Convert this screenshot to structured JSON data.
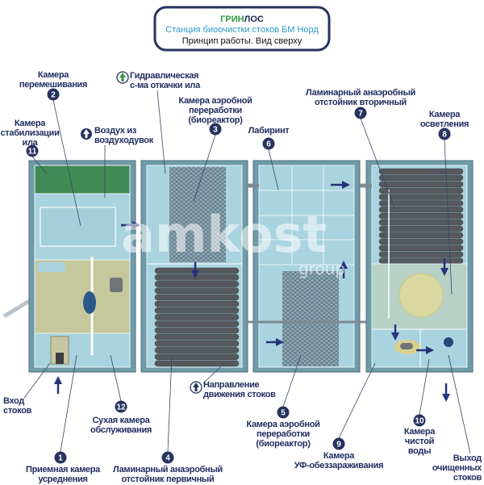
{
  "header": {
    "brand_green": "ГРИН",
    "brand_dark": "ЛОС",
    "subtitle": "Станция биоочистки стоков БМ Норд",
    "caption": "Принцип работы. Вид сверху"
  },
  "colors": {
    "navy": "#1f2b5e",
    "brand_green": "#2e9a3a",
    "subtitle_blue": "#2a9ac8",
    "tank_wall": "#6f9aa8",
    "water": "#a9d3df",
    "sludge_green": "#3f8a55",
    "dry_chamber": "#c5c89a"
  },
  "watermark": {
    "main": "amkost",
    "sub": "group"
  },
  "labels": {
    "c1": {
      "num": "1",
      "lines": [
        "Приемная камера",
        "усреднения"
      ]
    },
    "c2": {
      "num": "2",
      "lines": [
        "Камера",
        "перемешивания"
      ]
    },
    "c3": {
      "num": "3",
      "lines": [
        "Камера аэробной",
        "переработки",
        "(биореактор)"
      ]
    },
    "c4": {
      "num": "4",
      "lines": [
        "Ламинарный анаэробный",
        "отстойник первичный"
      ]
    },
    "c5": {
      "num": "5",
      "lines": [
        "Камера аэробной",
        "переработки",
        "(биореактор)"
      ]
    },
    "c6": {
      "num": "6",
      "lines": [
        "Лабиринт"
      ]
    },
    "c7": {
      "num": "7",
      "lines": [
        "Ламинарный анаэробный",
        "отстойник вторичный"
      ]
    },
    "c8": {
      "num": "8",
      "lines": [
        "Камера",
        "осветления"
      ]
    },
    "c9": {
      "num": "9",
      "lines": [
        "Камера",
        "УФ-обеззараживания"
      ]
    },
    "c10": {
      "num": "10",
      "lines": [
        "Камера",
        "чистой",
        "воды"
      ]
    },
    "c11": {
      "num": "11",
      "lines": [
        "Камера",
        "стабилизации",
        "ила"
      ]
    },
    "c12": {
      "num": "12",
      "lines": [
        "Сухая камера",
        "обслуживания"
      ]
    }
  },
  "legend": {
    "air": [
      "Воздух из",
      "воздуходувок"
    ],
    "hydraulic": [
      "Гидравлическая",
      "с-ма откачки ила"
    ],
    "flow": [
      "Направление",
      "движения стоков"
    ]
  },
  "inlet": [
    "Вход",
    "стоков"
  ],
  "outlet": [
    "Выход",
    "очищенных",
    "стоков"
  ]
}
